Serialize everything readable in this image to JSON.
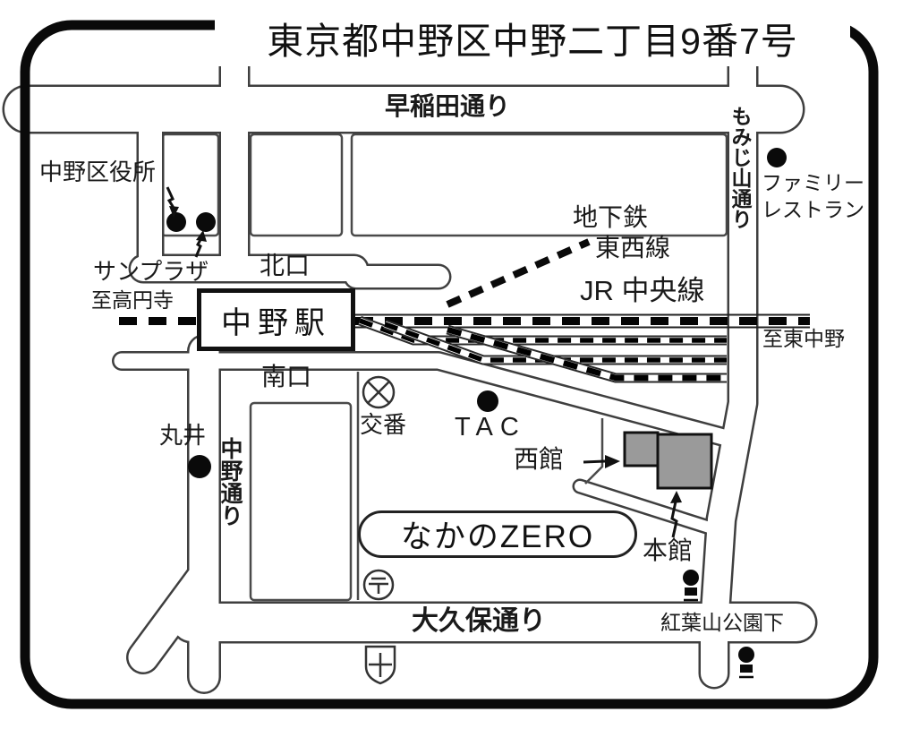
{
  "title": "東京都中野区中野二丁目9番7号",
  "roads": {
    "waseda_dori": "早稲田通り",
    "momijiyama_dori": "もみじ山通り",
    "nakano_dori": "中野通り",
    "okubo_dori": "大久保通り"
  },
  "railways": {
    "jr_chuo_line": "JR 中央線",
    "subway": "地下鉄",
    "tozai_line": "東西線",
    "to_higashi_nakano": "至東中野",
    "to_koenji": "至高円寺"
  },
  "station": {
    "name": "中野駅",
    "north_exit": "北口",
    "south_exit": "南口"
  },
  "venue": {
    "name": "なかのZERO",
    "west_building": "西館",
    "main_building": "本館"
  },
  "landmarks": {
    "ward_office": "中野区役所",
    "sunplaza": "サンプラザ",
    "family_restaurant_line1": "ファミリー",
    "family_restaurant_line2": "レストラン",
    "police_box": "交番",
    "tac": "TAC",
    "marui": "丸井",
    "momijiyama_koen_shita": "紅葉山公園下"
  }
}
